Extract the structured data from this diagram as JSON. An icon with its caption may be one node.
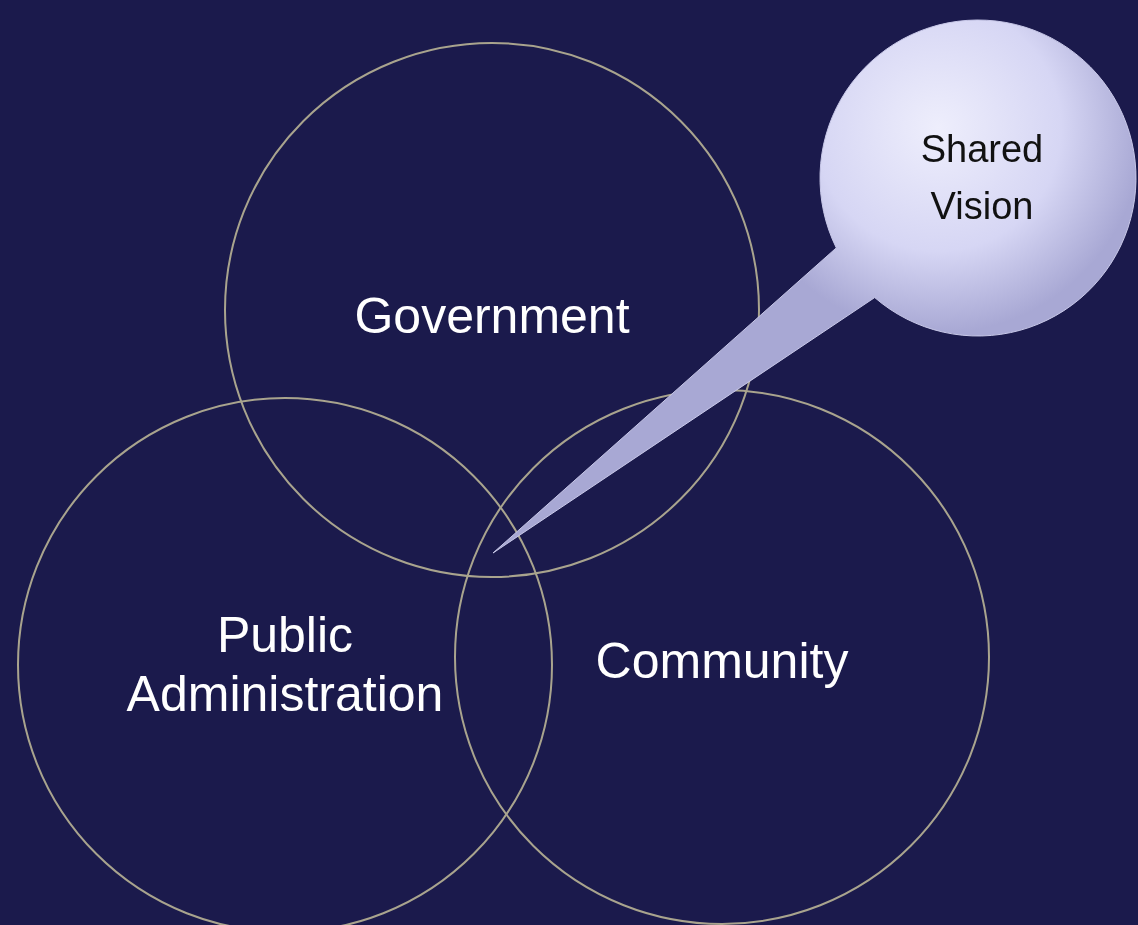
{
  "diagram": {
    "nodes": [
      {
        "text": [
          "Government"
        ]
      },
      {
        "text": [
          "Public Administration"
        ]
      },
      {
        "text": [
          "Community"
        ]
      },
      {
        "text": [
          "Shared Vision"
        ]
      }
    ]
  }
}
